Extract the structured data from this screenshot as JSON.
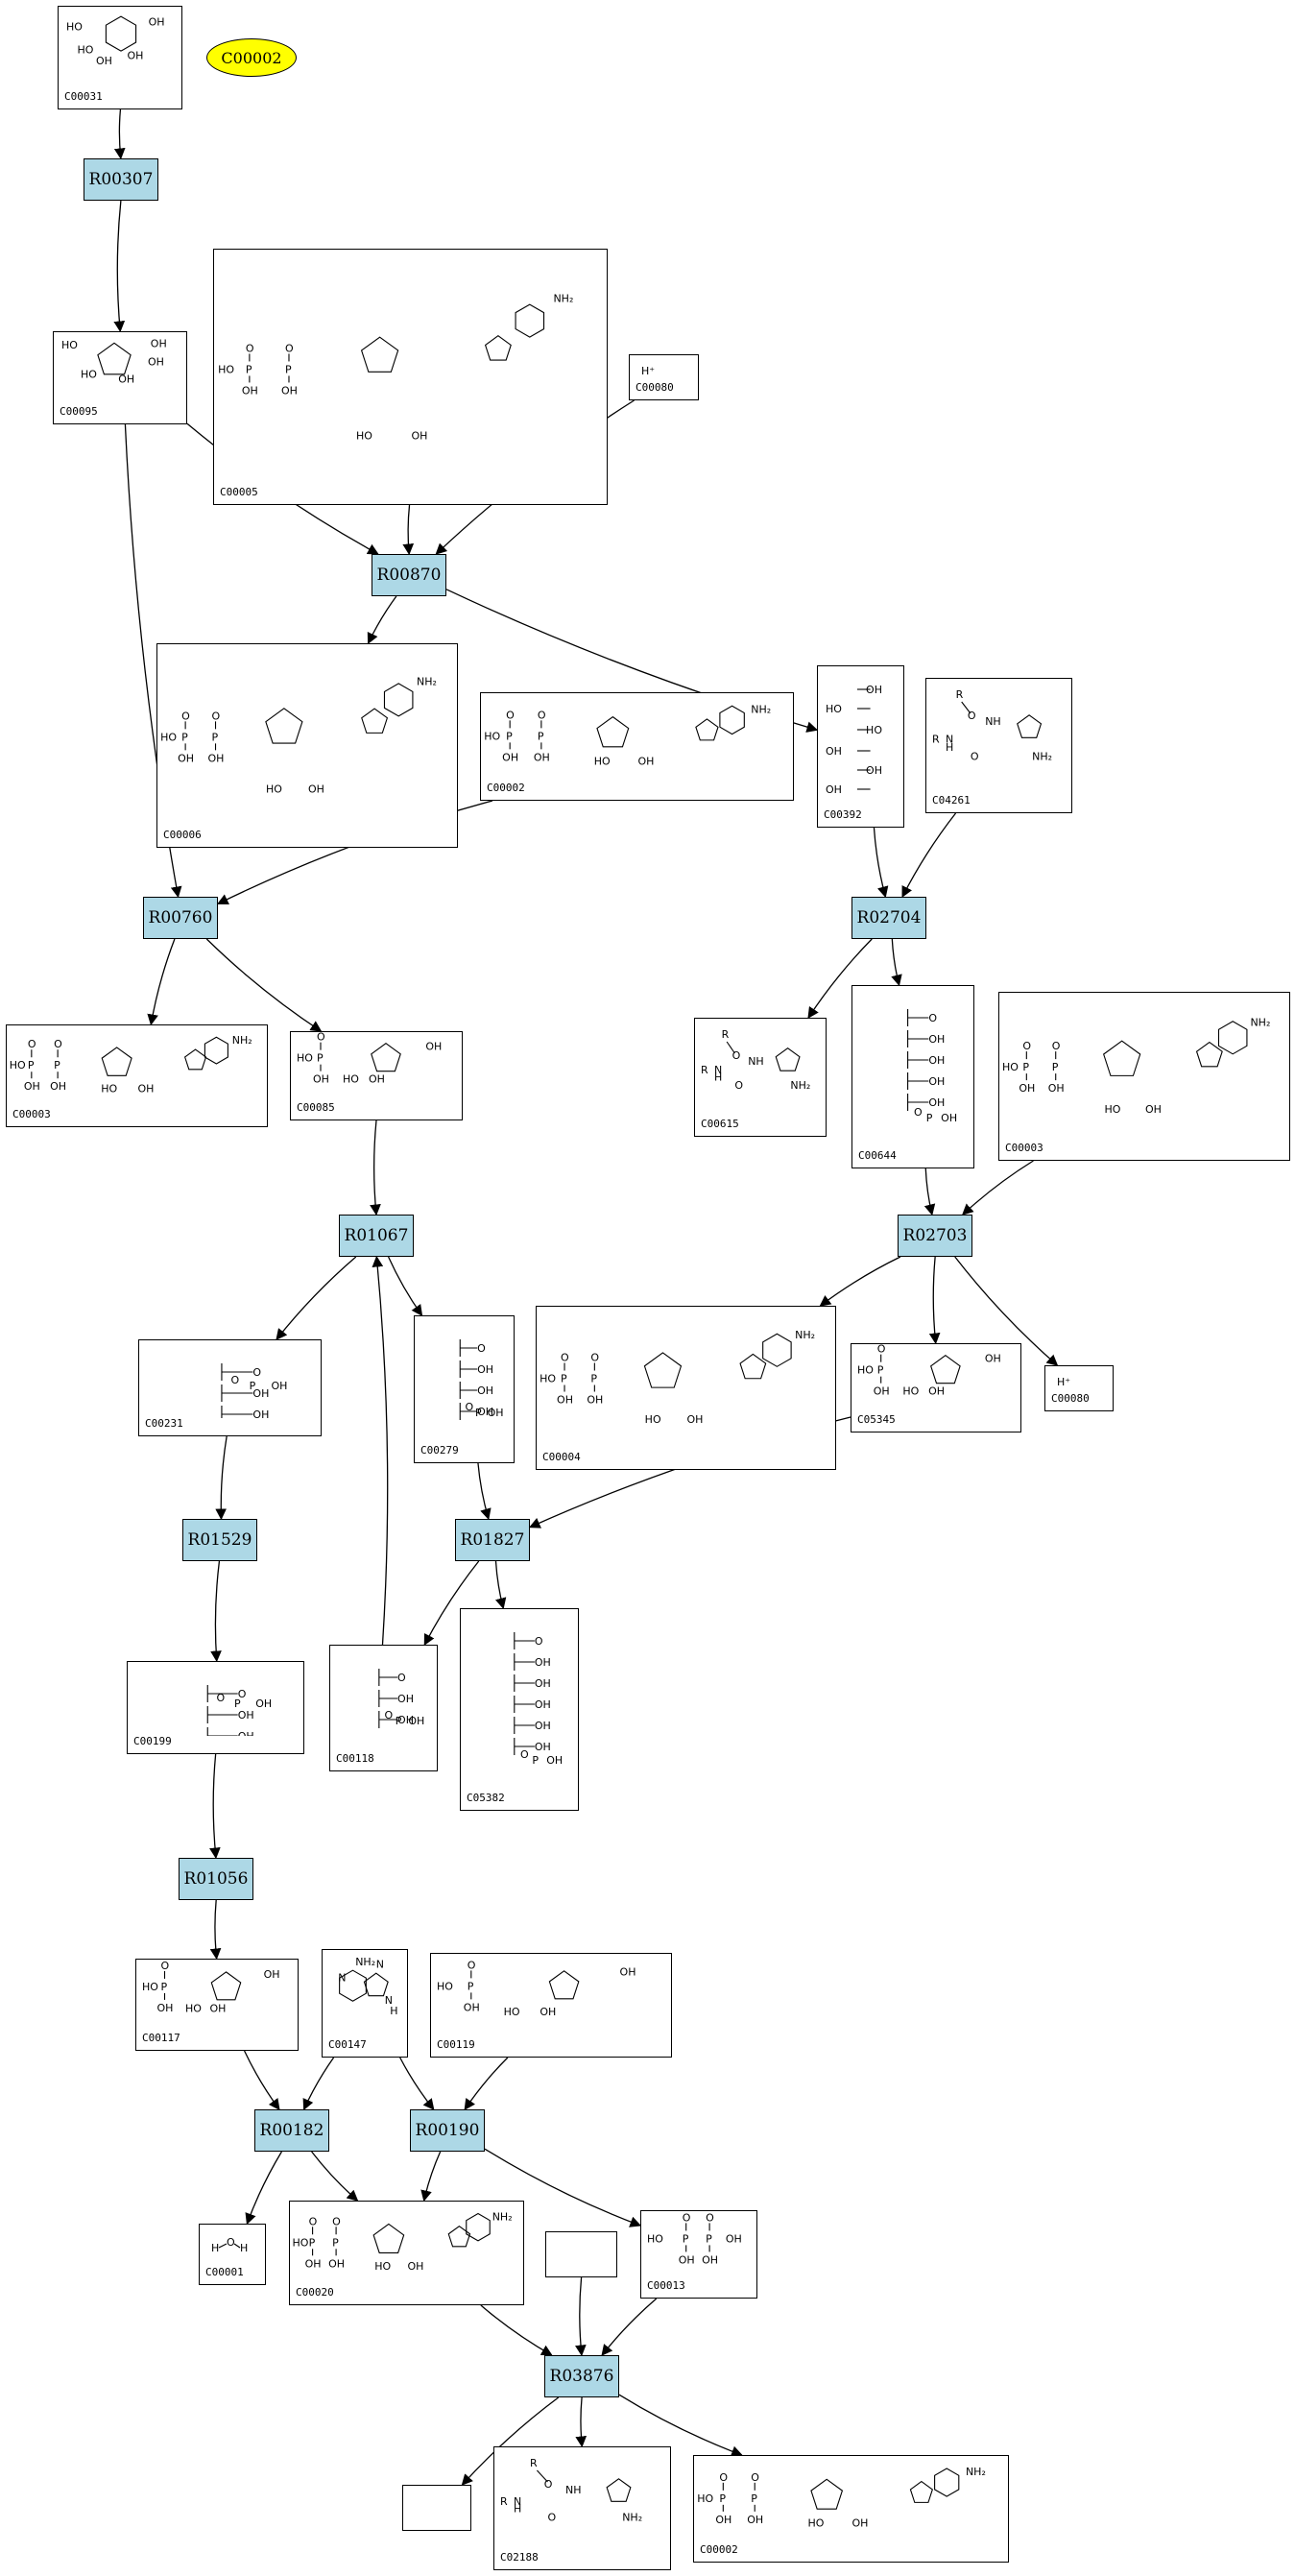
{
  "highlight": {
    "label": "C00002",
    "color": "#ffff00"
  },
  "colors": {
    "reaction_fill": "#add8e6",
    "edge": "#000000"
  },
  "reactions": [
    {
      "id": "r_R00307",
      "label": "R00307"
    },
    {
      "id": "r_R00870",
      "label": "R00870"
    },
    {
      "id": "r_R00760",
      "label": "R00760"
    },
    {
      "id": "r_R02704",
      "label": "R02704"
    },
    {
      "id": "r_R01067",
      "label": "R01067"
    },
    {
      "id": "r_R02703",
      "label": "R02703"
    },
    {
      "id": "r_R01529",
      "label": "R01529"
    },
    {
      "id": "r_R01827",
      "label": "R01827"
    },
    {
      "id": "r_R01056",
      "label": "R01056"
    },
    {
      "id": "r_R00182",
      "label": "R00182"
    },
    {
      "id": "r_R00190",
      "label": "R00190"
    },
    {
      "id": "r_R03876",
      "label": "R03876"
    }
  ],
  "compounds": [
    {
      "id": "c_C00031",
      "label": "C00031",
      "structure": "glucose"
    },
    {
      "id": "c_C00095",
      "label": "C00095",
      "structure": "fructose"
    },
    {
      "id": "c_C00005",
      "label": "C00005",
      "structure": "nadph"
    },
    {
      "id": "c_C00080a",
      "label": "C00080",
      "structure": "proton"
    },
    {
      "id": "c_C00006",
      "label": "C00006",
      "structure": "nadp"
    },
    {
      "id": "c_C00002a",
      "label": "C00002",
      "structure": "atp"
    },
    {
      "id": "c_C00392",
      "label": "C00392",
      "structure": "mannitol"
    },
    {
      "id": "c_C04261",
      "label": "C04261",
      "structure": "his_phosphate"
    },
    {
      "id": "c_C00003a",
      "label": "C00003",
      "structure": "amp"
    },
    {
      "id": "c_C00085",
      "label": "C00085",
      "structure": "fructose_6p"
    },
    {
      "id": "c_C00615",
      "label": "C00615",
      "structure": "histidine_protein"
    },
    {
      "id": "c_C00644",
      "label": "C00644",
      "structure": "mannitol_1p"
    },
    {
      "id": "c_C00003b",
      "label": "C00003",
      "structure": "nad"
    },
    {
      "id": "c_C00231",
      "label": "C00231",
      "structure": "xylulose_5p"
    },
    {
      "id": "c_C00279",
      "label": "C00279",
      "structure": "erythrose_4p"
    },
    {
      "id": "c_C00004",
      "label": "C00004",
      "structure": "nadh"
    },
    {
      "id": "c_C05345",
      "label": "C05345",
      "structure": "fructose_6p"
    },
    {
      "id": "c_C00080b",
      "label": "C00080",
      "structure": "proton"
    },
    {
      "id": "c_C00199",
      "label": "C00199",
      "structure": "ribulose_5p"
    },
    {
      "id": "c_C00118",
      "label": "C00118",
      "structure": "gap"
    },
    {
      "id": "c_C05382",
      "label": "C05382",
      "structure": "sedoheptulose_7p"
    },
    {
      "id": "c_C00117",
      "label": "C00117",
      "structure": "ribose_5p"
    },
    {
      "id": "c_C00147",
      "label": "C00147",
      "structure": "adenine"
    },
    {
      "id": "c_C00119",
      "label": "C00119",
      "structure": "prpp"
    },
    {
      "id": "c_C00001",
      "label": "C00001",
      "structure": "water"
    },
    {
      "id": "c_C00020",
      "label": "C00020",
      "structure": "amp2"
    },
    {
      "id": "c_blank1",
      "label": "",
      "structure": "none"
    },
    {
      "id": "c_C00013",
      "label": "C00013",
      "structure": "ppi"
    },
    {
      "id": "c_blank2",
      "label": "",
      "structure": "none"
    },
    {
      "id": "c_C02188",
      "label": "C02188",
      "structure": "lysine_protein"
    },
    {
      "id": "c_C00002b",
      "label": "C00002",
      "structure": "atp_pp"
    }
  ],
  "edges": [
    [
      "c_C00031",
      "r_R00307"
    ],
    [
      "r_R00307",
      "c_C00095"
    ],
    [
      "c_C00095",
      "r_R00870"
    ],
    [
      "c_C00005",
      "r_R00870"
    ],
    [
      "c_C00080a",
      "r_R00870"
    ],
    [
      "r_R00870",
      "c_C00006"
    ],
    [
      "r_R00870",
      "c_C00392"
    ],
    [
      "c_C00095",
      "r_R00760"
    ],
    [
      "c_C00002a",
      "r_R00760"
    ],
    [
      "r_R00760",
      "c_C00003a"
    ],
    [
      "r_R00760",
      "c_C00085"
    ],
    [
      "c_C00392",
      "r_R02704"
    ],
    [
      "c_C04261",
      "r_R02704"
    ],
    [
      "r_R02704",
      "c_C00615"
    ],
    [
      "r_R02704",
      "c_C00644"
    ],
    [
      "c_C00085",
      "r_R01067"
    ],
    [
      "r_R01067",
      "c_C00231"
    ],
    [
      "r_R01067",
      "c_C00279"
    ],
    [
      "c_C00644",
      "r_R02703"
    ],
    [
      "c_C00003b",
      "r_R02703"
    ],
    [
      "r_R02703",
      "c_C00004"
    ],
    [
      "r_R02703",
      "c_C05345"
    ],
    [
      "r_R02703",
      "c_C00080b"
    ],
    [
      "c_C00231",
      "r_R01529"
    ],
    [
      "r_R01529",
      "c_C00199"
    ],
    [
      "c_C00279",
      "r_R01827"
    ],
    [
      "c_C05345",
      "r_R01827"
    ],
    [
      "r_R01827",
      "c_C00118"
    ],
    [
      "r_R01827",
      "c_C05382"
    ],
    [
      "c_C00118",
      "r_R01067"
    ],
    [
      "c_C00199",
      "r_R01056"
    ],
    [
      "r_R01056",
      "c_C00117"
    ],
    [
      "c_C00117",
      "r_R00182"
    ],
    [
      "c_C00147",
      "r_R00182"
    ],
    [
      "c_C00147",
      "r_R00190"
    ],
    [
      "c_C00119",
      "r_R00190"
    ],
    [
      "r_R00182",
      "c_C00001"
    ],
    [
      "r_R00182",
      "c_C00020"
    ],
    [
      "r_R00190",
      "c_C00020"
    ],
    [
      "r_R00190",
      "c_C00013"
    ],
    [
      "c_C00020",
      "r_R03876"
    ],
    [
      "c_blank1",
      "r_R03876"
    ],
    [
      "c_C00013",
      "r_R03876"
    ],
    [
      "r_R03876",
      "c_blank2"
    ],
    [
      "r_R03876",
      "c_C02188"
    ],
    [
      "r_R03876",
      "c_C00002b"
    ]
  ]
}
